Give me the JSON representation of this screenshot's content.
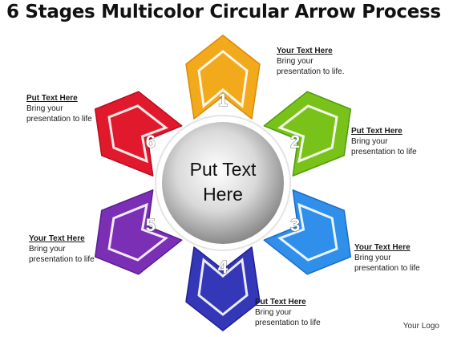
{
  "title": "6 Stages Multicolor Circular Arrow Process",
  "center_text": {
    "line1": "Put Text",
    "line2": "Here"
  },
  "stages": [
    {
      "number": "1",
      "color": "#f2a91c",
      "dark": "#d98a08"
    },
    {
      "number": "2",
      "color": "#79c21a",
      "dark": "#4e9a0c"
    },
    {
      "number": "3",
      "color": "#2f8fea",
      "dark": "#1a6cc5"
    },
    {
      "number": "4",
      "color": "#3437b8",
      "dark": "#1e2090"
    },
    {
      "number": "5",
      "color": "#7b2fb5",
      "dark": "#5a1c8f"
    },
    {
      "number": "6",
      "color": "#e01a2c",
      "dark": "#b80c1d"
    }
  ],
  "callouts": [
    {
      "heading": "Your Text Here",
      "line1": "Bring your",
      "line2": "presentation to life."
    },
    {
      "heading": "Put Text Here",
      "line1": "Bring your",
      "line2": "presentation to life"
    },
    {
      "heading": "Your Text Here",
      "line1": "Bring your",
      "line2": "presentation to life"
    },
    {
      "heading": "Put Text Here",
      "line1": "Bring your",
      "line2": "presentation to life"
    },
    {
      "heading": "Your Text Here",
      "line1": "Bring your",
      "line2": "presentation to life"
    },
    {
      "heading": "Put Text Here",
      "line1": "Bring your",
      "line2": "presentation to life"
    }
  ],
  "logo": "Your Logo"
}
